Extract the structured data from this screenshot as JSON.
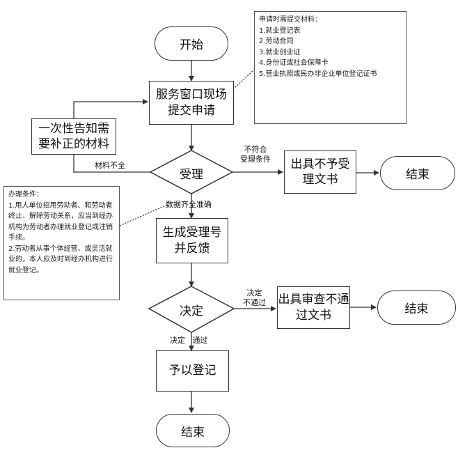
{
  "nodes": {
    "start": "开始",
    "submit": [
      "服务窗口现场",
      "提交申请"
    ],
    "one_time_notice": [
      "一次性告知需",
      "要补正的材料"
    ],
    "accept_decision": "受理",
    "reject_doc": [
      "出具不予受",
      "理文书"
    ],
    "end_right_top": "结束",
    "generate_number": [
      "生成受理号",
      "并反馈"
    ],
    "decide": "决定",
    "review_fail_doc": [
      "出具审查不通",
      "过文书"
    ],
    "end_right_mid": "结束",
    "register": "予以登记",
    "end_bottom": "结束"
  },
  "edge_labels": {
    "incomplete": "材料不全",
    "not_meet": [
      "不符合",
      "受理条件"
    ],
    "complete": "数据齐全准确",
    "decision_fail": [
      "决定",
      "不通过"
    ],
    "decision_pass": "决定   通过"
  },
  "notes": {
    "materials": {
      "title": "申请时需提交材料：",
      "items": [
        "1.就业登记表",
        "2.劳动合同",
        "3.就业创业证",
        "4.身份证或社会保障卡",
        "5.营业执照或民办非企业单位登记证书"
      ]
    },
    "conditions": {
      "title": "办理条件：",
      "items": [
        "1.用人单位招用劳动者、和劳动者终止、解除劳动关系，应当到经办机构为劳动者办理就业登记或注销手续。",
        "2.劳动者从事个体经营、或灵活就业的，本人应及时到经办机构进行就业登记。"
      ]
    }
  }
}
